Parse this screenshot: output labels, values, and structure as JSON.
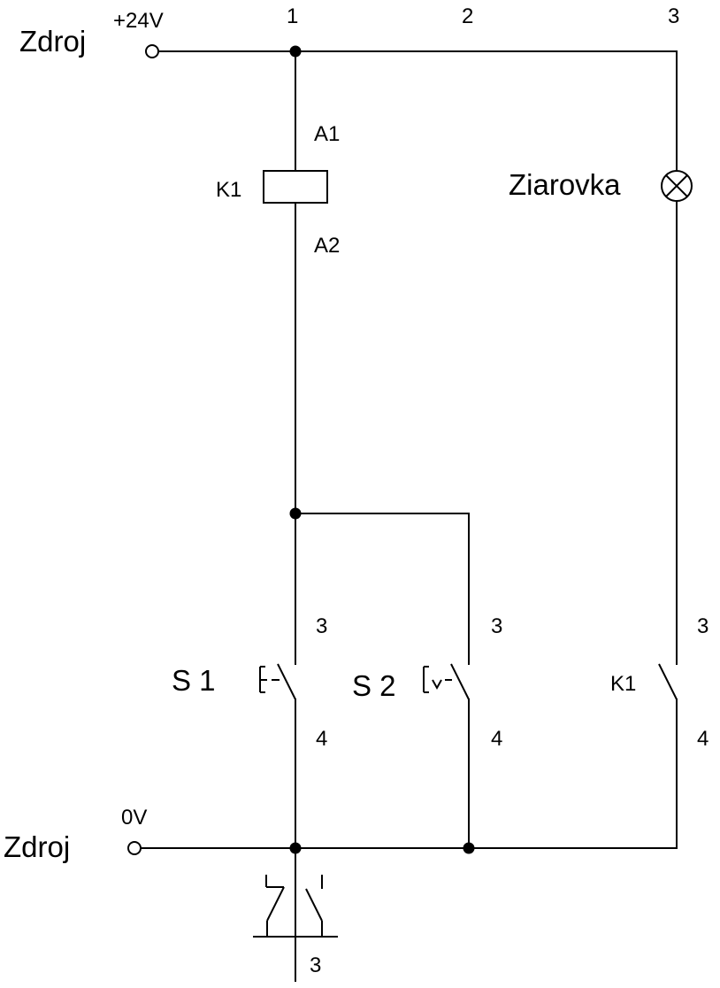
{
  "supply_top": {
    "name": "Zdroj",
    "voltage": "+24V"
  },
  "supply_bottom": {
    "name": "Zdroj",
    "voltage": "0V"
  },
  "columns": [
    "1",
    "2",
    "3"
  ],
  "relay": {
    "name": "K1",
    "a1": "A1",
    "a2": "A2"
  },
  "lamp": {
    "name": "Ziarovka"
  },
  "switches": [
    {
      "name": "S 1",
      "top": "3",
      "bottom": "4"
    },
    {
      "name": "S 2",
      "top": "3",
      "bottom": "4"
    },
    {
      "name": "K1",
      "top": "3",
      "bottom": "4"
    }
  ],
  "contact_ref": {
    "column": "3"
  }
}
